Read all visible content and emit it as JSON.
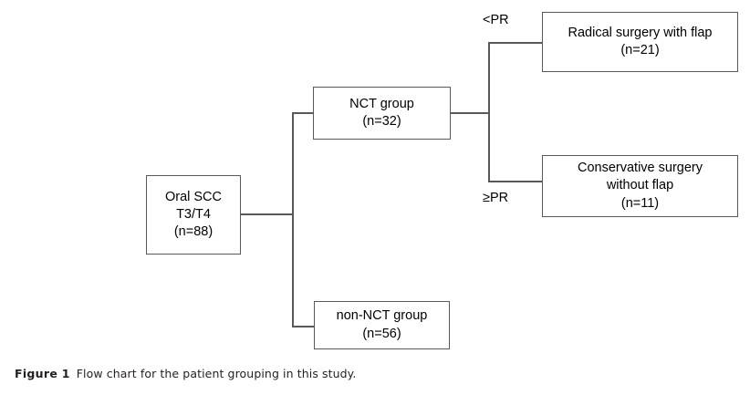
{
  "figure": {
    "caption_label": "Figure 1",
    "caption_text": "Flow chart for the patient grouping in this study."
  },
  "chart_data": {
    "type": "diagram",
    "diagram_kind": "flow-chart",
    "title": "Flow chart for the patient grouping in this study.",
    "nodes": [
      {
        "id": "root",
        "lines": [
          "Oral SCC",
          "T3/T4",
          "(n=88)"
        ],
        "n": 88
      },
      {
        "id": "nct",
        "lines": [
          "NCT group",
          "(n=32)"
        ],
        "n": 32
      },
      {
        "id": "non_nct",
        "lines": [
          "non-NCT group",
          "(n=56)"
        ],
        "n": 56
      },
      {
        "id": "radical",
        "lines": [
          "Radical surgery with flap",
          "(n=21)"
        ],
        "n": 21
      },
      {
        "id": "conservative",
        "lines": [
          "Conservative surgery",
          "without flap",
          "(n=11)"
        ],
        "n": 11
      }
    ],
    "edges": [
      {
        "from": "root",
        "to": "nct",
        "label": ""
      },
      {
        "from": "root",
        "to": "non_nct",
        "label": ""
      },
      {
        "from": "nct",
        "to": "radical",
        "label": "<PR"
      },
      {
        "from": "nct",
        "to": "conservative",
        "label": "≥PR"
      }
    ],
    "edge_labels": {
      "less_than_pr": "<PR",
      "greater_equal_pr": "≥PR"
    },
    "colors": {
      "border": "#58595b",
      "text": "#000000",
      "background": "#ffffff",
      "caption": "#231f20"
    }
  },
  "nodes": {
    "root": {
      "line1": "Oral SCC",
      "line2": "T3/T4",
      "line3": "(n=88)"
    },
    "nct": {
      "line1": "NCT group",
      "line2": "(n=32)"
    },
    "non_nct": {
      "line1": "non-NCT group",
      "line2": "(n=56)"
    },
    "radical": {
      "line1": "Radical surgery with flap",
      "line2": "(n=21)"
    },
    "conservative": {
      "line1": "Conservative surgery",
      "line2": "without flap",
      "line3": "(n=11)"
    }
  },
  "labels": {
    "less_than_pr": "<PR",
    "greater_equal_pr": "≥PR"
  }
}
